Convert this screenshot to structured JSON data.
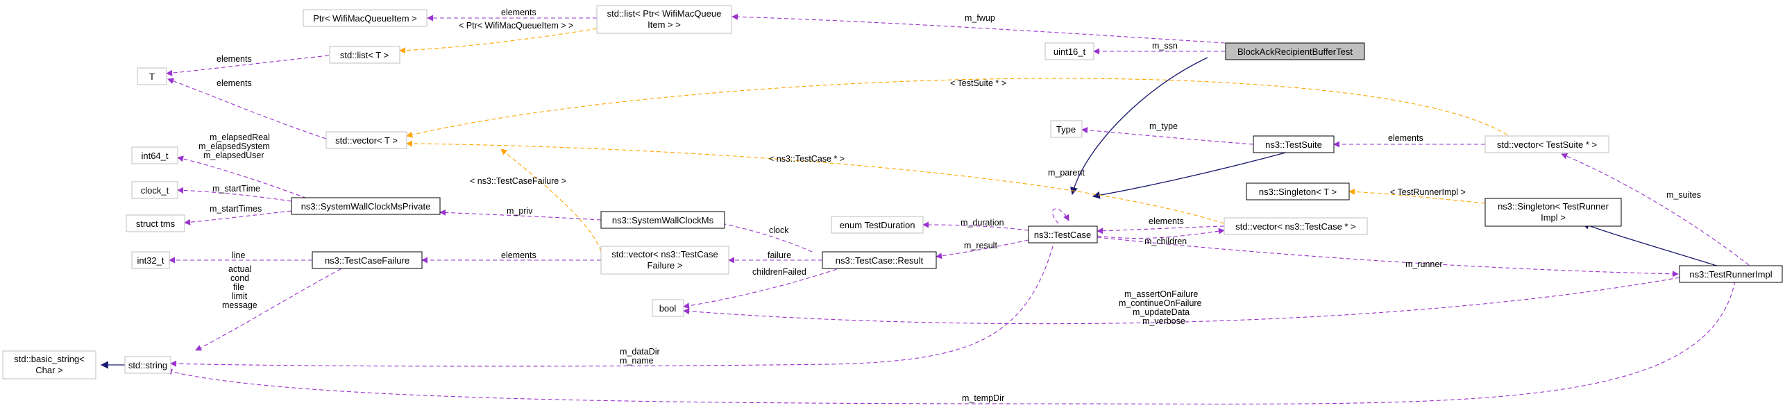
{
  "nodes": {
    "ptr_wifimacqueueitem": "Ptr< WifiMacQueueItem >",
    "list_ptr_1": "std::list< Ptr< WifiMacQueue",
    "list_ptr_2": "Item > >",
    "uint16": "uint16_t",
    "blockack": "BlockAckRecipientBufferTest",
    "list_t": "std::list< T >",
    "t": "T",
    "vector_t": "std::vector< T >",
    "type": "Type",
    "testsuite": "ns3::TestSuite",
    "vector_testsuite": "std::vector< TestSuite * >",
    "int64": "int64_t",
    "clock": "clock_t",
    "systemwallclockmsprivate": "ns3::SystemWallClockMsPrivate",
    "struct_tms": "struct tms",
    "systemwallclockms": "ns3::SystemWallClockMs",
    "singleton_t": "ns3::Singleton< T >",
    "singleton_tr_1": "ns3::Singleton< TestRunner",
    "singleton_tr_2": "Impl >",
    "enum_duration": "enum TestDuration",
    "testcase": "ns3::TestCase",
    "vector_testcase": "std::vector< ns3::TestCase * >",
    "int32": "int32_t",
    "testcasefailure": "ns3::TestCaseFailure",
    "vector_failure_1": "std::vector< ns3::TestCase",
    "vector_failure_2": "Failure >",
    "result": "ns3::TestCase::Result",
    "testrunnerimpl": "ns3::TestRunnerImpl",
    "bool": "bool",
    "basic_string_1": "std::basic_string<",
    "basic_string_2": "Char >",
    "string": "std::string"
  },
  "edge_labels": {
    "elements_ptr": "elements",
    "m_fwup": "m_fwup",
    "tmpl_ptr_item": "< Ptr< WifiMacQueueItem > >",
    "m_ssn": "m_ssn",
    "elements_t1": "elements",
    "elements_t2": "elements",
    "tmpl_testsuite": "< TestSuite * >",
    "m_elapsed_real": "m_elapsedReal",
    "m_elapsed_system": "m_elapsedSystem",
    "m_elapsed_user": "m_elapsedUser",
    "m_type": "m_type",
    "elements_suite": "elements",
    "tmpl_testcase": "< ns3::TestCase * >",
    "m_starttime": "m_startTime",
    "m_starttimes": "m_startTimes",
    "tmpl_failure": "< ns3::TestCaseFailure >",
    "m_parent": "m_parent",
    "tmpl_runner": "< TestRunnerImpl >",
    "m_suites": "m_suites",
    "m_priv": "m_priv",
    "clock_label": "clock",
    "m_duration": "m_duration",
    "elements_case": "elements",
    "m_children": "m_children",
    "m_result": "m_result",
    "line": "line",
    "elements_failure": "elements",
    "failure": "failure",
    "m_runner": "m_runner",
    "children_failed": "childrenFailed",
    "actual": "actual",
    "cond": "cond",
    "file": "file",
    "limit": "limit",
    "message": "message",
    "m_assert_on_failure": "m_assertOnFailure",
    "m_continue_on_failure": "m_continueOnFailure",
    "m_update_data": "m_updateData",
    "m_verbose": "m_verbose",
    "m_datadir": "m_dataDir",
    "m_name": "m_name",
    "m_tempdir": "m_tempDir"
  },
  "colors": {
    "usage_edge": "#9a32cd",
    "template_edge": "#ffa500",
    "inheritance_edge": "#191970",
    "focus_fill": "#bfbfbf",
    "gray_border": "#bfbfbf"
  }
}
